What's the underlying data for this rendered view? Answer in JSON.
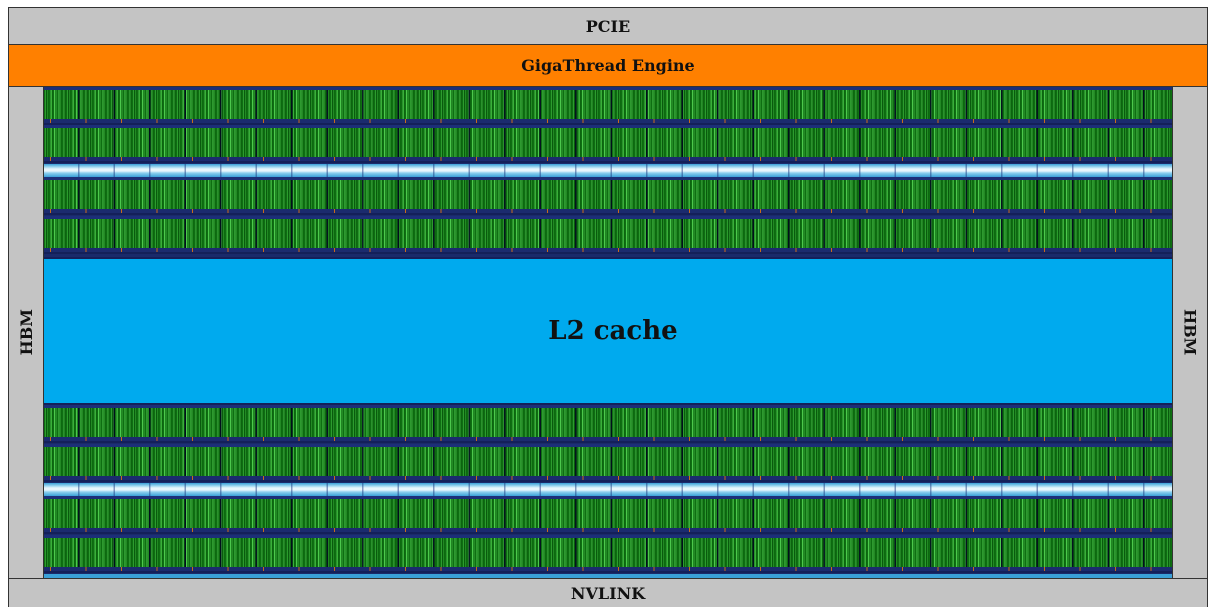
{
  "diagram": {
    "pcie_label": "PCIE",
    "gigathread_label": "GigaThread Engine",
    "hbm_left_label": "HBM",
    "hbm_right_label": "HBM",
    "l2_label": "L2 cache",
    "nvlink_label": "NVLINK"
  },
  "colors": {
    "gigathread": "#ff8000",
    "l2_cache": "#00aaee",
    "sm_green": "#0e6e12",
    "border_gray": "#c4c4c4"
  }
}
